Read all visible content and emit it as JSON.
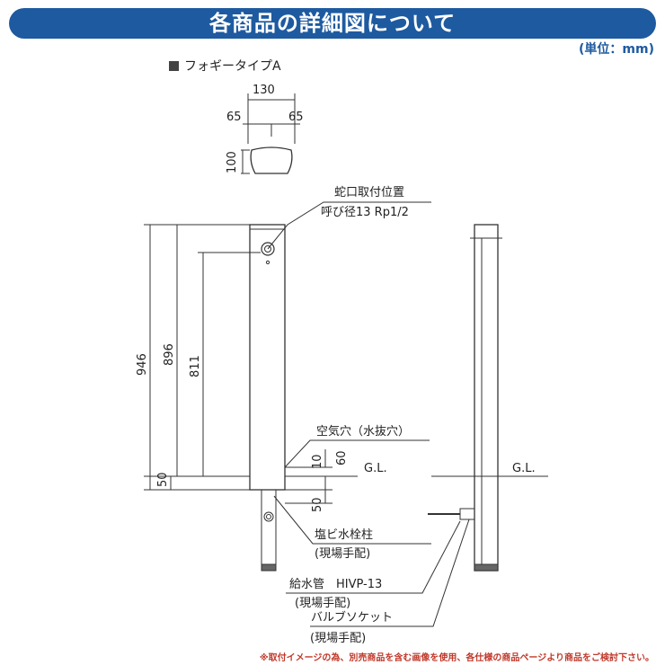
{
  "header": {
    "title": "各商品の詳細図について",
    "unit": "(単位：mm)"
  },
  "product": {
    "type_label": "フォギータイプA"
  },
  "top_view": {
    "width": "130",
    "half_left": "65",
    "half_right": "65",
    "depth": "100"
  },
  "heights": {
    "total": "946",
    "above_ground": "896",
    "faucet": "811",
    "below_ground": "50"
  },
  "small_dims": {
    "hole_height": "10",
    "gl_to_hole": "60",
    "below_gl": "50"
  },
  "ground_label": "G.L.",
  "callouts": {
    "faucet_position_1": "蛇口取付位置",
    "faucet_position_2": "呼び径13 Rp1/2",
    "air_hole": "空気穴（水抜穴）",
    "pvc_post_1": "塩ビ水栓柱",
    "pvc_post_2": "(現場手配)",
    "supply_pipe_1": "給水管　HIVP-13",
    "supply_pipe_2": "(現場手配)",
    "valve_socket_1": "バルブソケット",
    "valve_socket_2": "(現場手配)"
  },
  "footer_note": "※取付イメージの為、別売商品を含む画像を使用、各仕様の商品ページより商品をご検討下さい。",
  "colors": {
    "banner": "#1e5aa0",
    "line": "#333333",
    "note": "#c0392b"
  }
}
